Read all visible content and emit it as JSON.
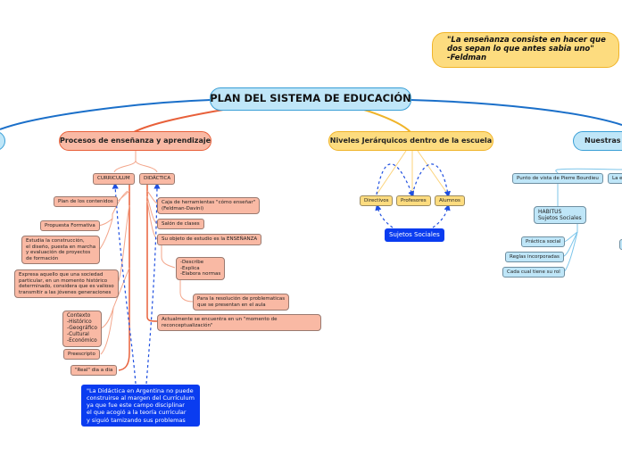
{
  "root": {
    "label": "PLAN DEL SISTEMA DE EDUCACIÓN"
  },
  "quote": {
    "text": "\"La enseñanza consiste en hacer que\ndos sepan lo que antes sabia uno\"\n-Feldman"
  },
  "colors": {
    "orange_branch": "#e8603a",
    "orange_fill": "#f9b9a4",
    "yellow_branch": "#f0b429",
    "yellow_fill": "#fddc7f",
    "blue_branch": "#1a6fc9",
    "blue_fill": "#bfe6f8",
    "relation": "#1f4fe0",
    "note_fill": "#0a3cf0"
  },
  "branches": {
    "procesos": {
      "label": "Procesos de enseñanza y aprendizaje",
      "curriculum": {
        "label": "CURRICULUM",
        "children": [
          "Plan de los contenidos",
          "Propuesta Formativa",
          "Estudia la construcción,\nel diseño, puesta en marcha\ny evaluación de proyectos\nde formación",
          "Expresa aquello que una sociedad\nparticular, en un momento histórico\ndeterminado, considera que es valioso\ntransmitir a las jóvenes generaciones",
          "Contexto\n-Histórico\n-Geográfico\n-Cultural\n-Económico",
          "Preescripto",
          "\"Real\" dia a dia"
        ]
      },
      "didactica": {
        "label": "DIDÁCTICA",
        "children": [
          "Caja de herramientas \"cómo enseñar\"\n(Feldman-Davini)",
          "Salón de clases",
          "Su objeto de estudio es la ENSEÑANZA",
          "-Describe\n-Explica\n-Elabora normas",
          "Para la resolución de problematicas\nque se presentan en el aula",
          "Actualmente se encuentra en un \"momento de\nreconceptualización\""
        ]
      },
      "note": "\"La Didáctica en Argentina no puede\nconstruirse al margen del Currículum\nya que fue este campo disciplinar\nel que acogió a la teoría curricular\ny siguió tamizando sus problemas"
    },
    "niveles": {
      "label": "Niveles Jerárquicos dentro de la escuela",
      "children": [
        "Directivos",
        "Profesores",
        "Alumnos"
      ],
      "note": "Sujetos Sociales"
    },
    "nuestras": {
      "label": "Nuestras P",
      "punto": "Punto de vista de Pierre Bourdieu",
      "la_e": "La e",
      "habitus": "HABITUS\nSujetos Sociales",
      "children": [
        "Práctica social",
        "Reglas incorporadas",
        "Cada cual tiene su rol"
      ]
    }
  }
}
